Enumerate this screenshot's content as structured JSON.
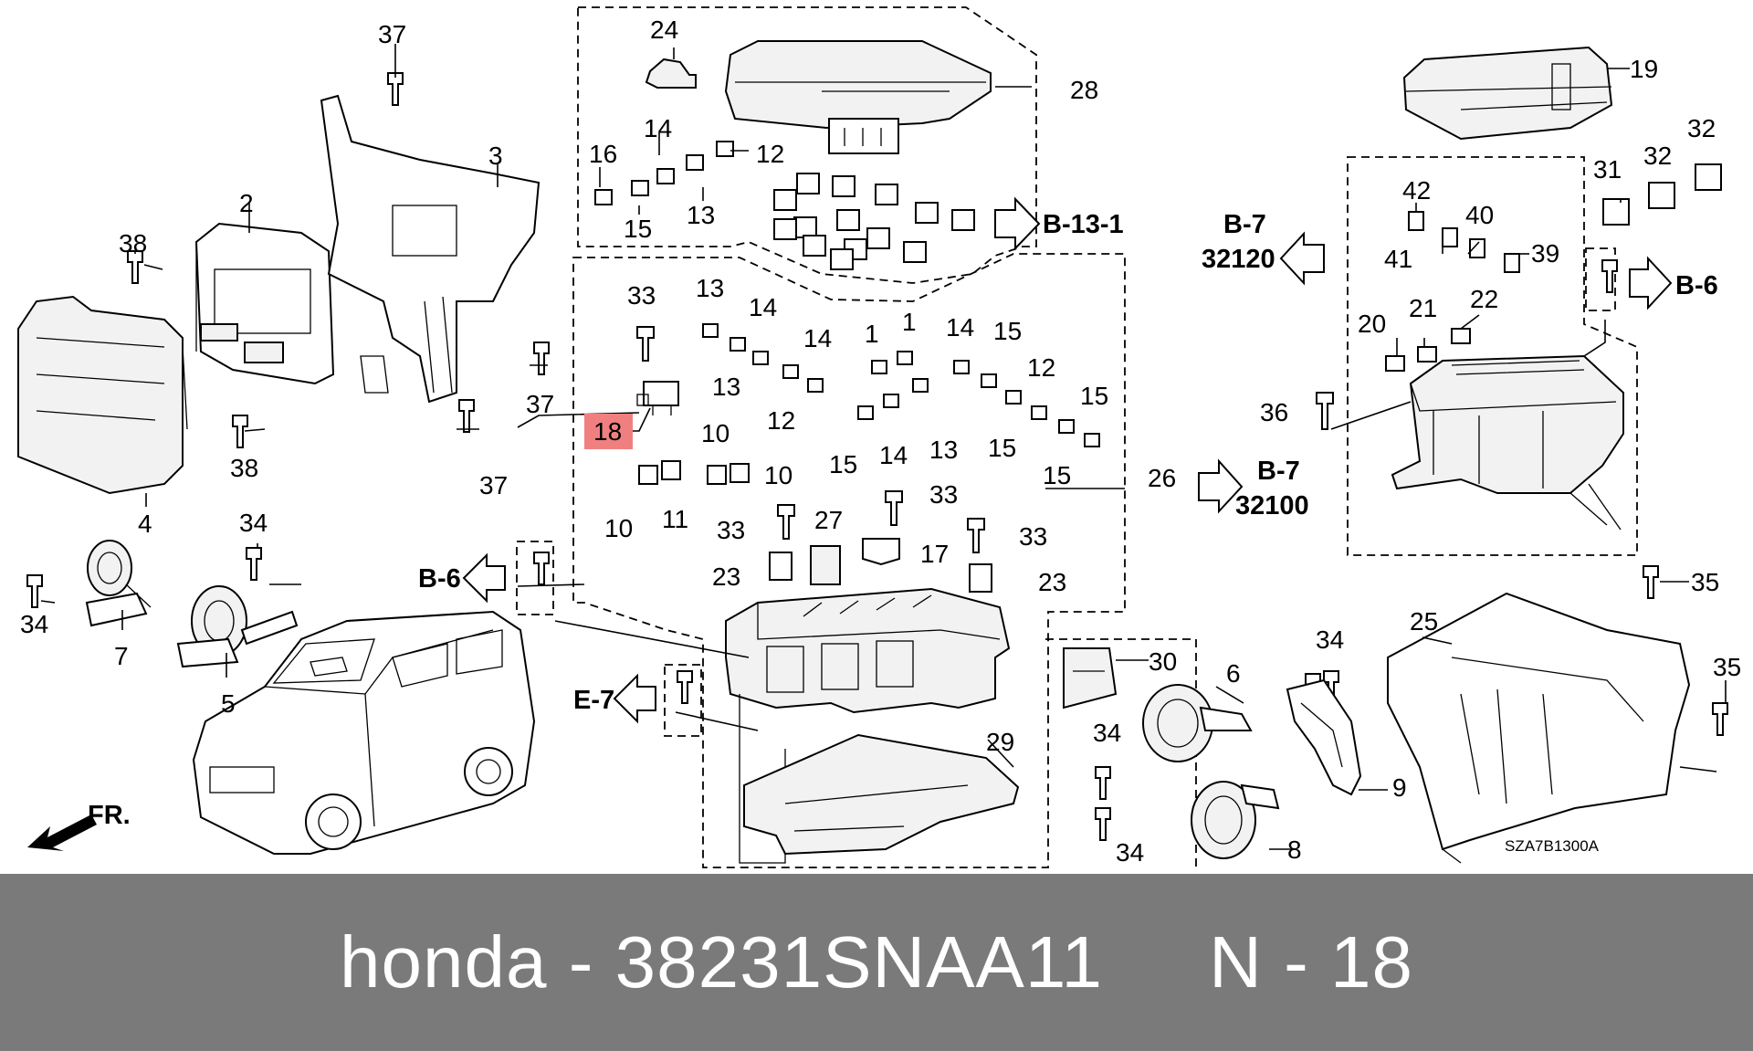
{
  "diagram": {
    "image_code": "SZA7B1300A",
    "highlighted_part": "18",
    "highlight_color": "#f08080",
    "labels": {
      "p37a": "37",
      "p3": "3",
      "p2": "2",
      "p38a": "38",
      "p37b": "37",
      "p37c": "37",
      "p38b": "38",
      "p4": "4",
      "p34a": "34",
      "p34b": "34",
      "p7": "7",
      "p5": "5",
      "p24": "24",
      "p28": "28",
      "p16": "16",
      "p14a": "14",
      "p12a": "12",
      "p15a": "15",
      "p13a": "13",
      "p33a": "33",
      "p13b": "13",
      "p14b": "14",
      "p14c": "14",
      "p13c": "13",
      "p12b": "12",
      "p1a": "1",
      "p1b": "1",
      "p14d": "14",
      "p15b": "15",
      "p12c": "12",
      "p15c": "15",
      "p15d": "15",
      "p14e": "14",
      "p13d": "13",
      "p15e": "15",
      "p15f": "15",
      "p18": "18",
      "p10a": "10",
      "p10b": "10",
      "p10c": "10",
      "p11": "11",
      "p33b": "33",
      "p33c": "33",
      "p27": "27",
      "p17": "17",
      "p33d": "33",
      "p23a": "23",
      "p23b": "23",
      "p26": "26",
      "p29": "29",
      "p30": "30",
      "p6": "6",
      "p34c": "34",
      "p34d": "34",
      "p8": "8",
      "p34e": "34",
      "p9": "9",
      "p25": "25",
      "p35a": "35",
      "p35b": "35",
      "p19": "19",
      "p32a": "32",
      "p32b": "32",
      "p31": "31",
      "p42": "42",
      "p40": "40",
      "p41": "41",
      "p39": "39",
      "p20": "20",
      "p21": "21",
      "p22": "22",
      "p36": "36"
    },
    "refs": {
      "b13_1": "B-13-1",
      "b7_top": "B-7",
      "code_32120": "32120",
      "b6_right": "B-6",
      "b7_mid": "B-7",
      "code_32100": "32100",
      "b6_left": "B-6",
      "e7": "E-7",
      "fr": "FR."
    }
  },
  "footer": {
    "text": "honda - 38231SNAA11     N - 18"
  }
}
